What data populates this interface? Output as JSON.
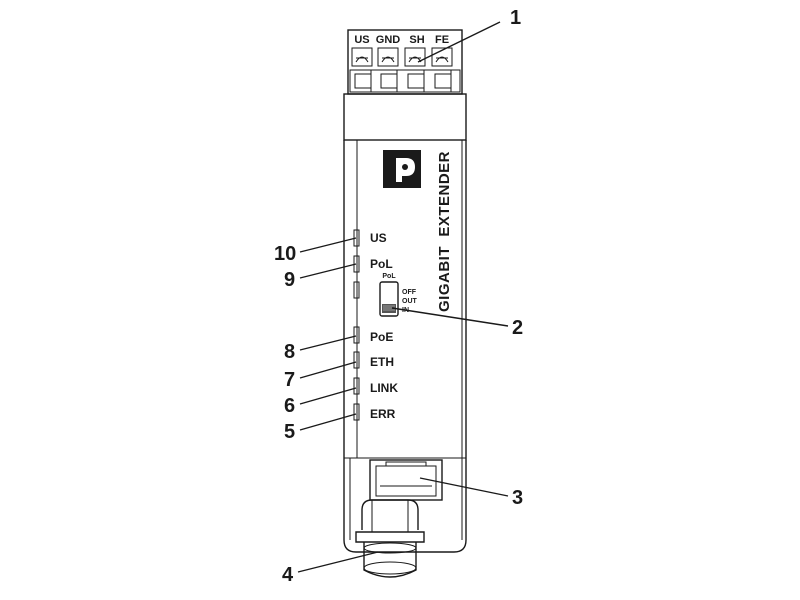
{
  "device": {
    "title": "GIGABIT  EXTENDER",
    "terminals": [
      "US",
      "GND",
      "SH",
      "FE"
    ],
    "leds": [
      "US",
      "PoL",
      "PoE",
      "ETH",
      "LINK",
      "ERR"
    ],
    "switch": {
      "caption": "PoL",
      "positions": [
        "OFF",
        "OUT",
        "IN"
      ]
    },
    "logo": "phoenix-contact-logo"
  },
  "callouts": [
    "1",
    "2",
    "3",
    "4",
    "5",
    "6",
    "7",
    "8",
    "9",
    "10"
  ],
  "colors": {
    "ink": "#1a1a1a",
    "background": "#ffffff"
  }
}
